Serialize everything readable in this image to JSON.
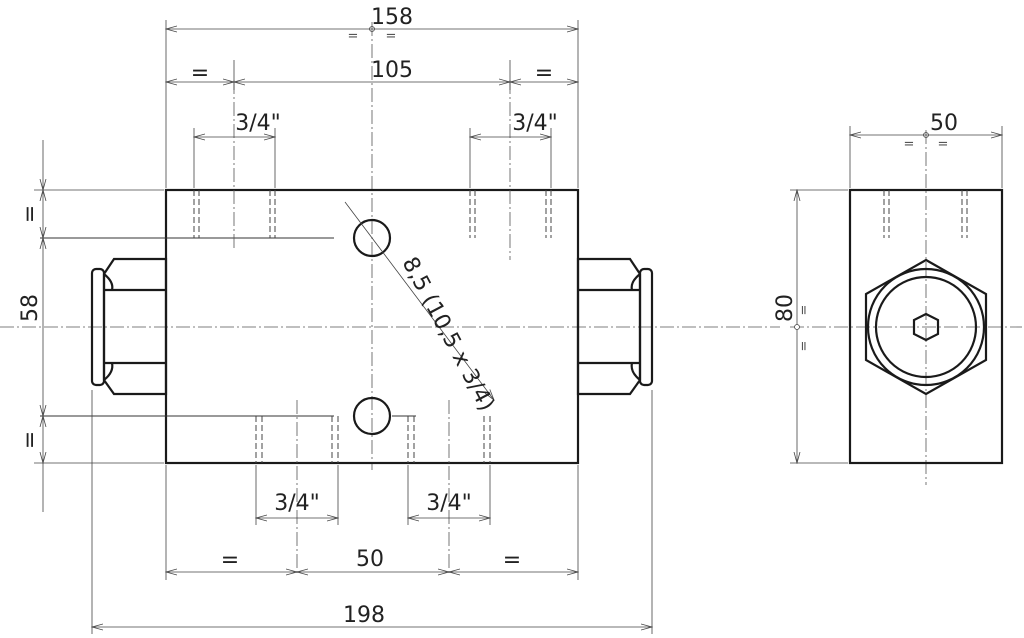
{
  "dimensions": {
    "width_158": "158",
    "width_105": "105",
    "equal": "=",
    "port_top_left": "3/4\"",
    "port_top_right": "3/4\"",
    "port_bottom_left": "3/4\"",
    "port_bottom_right": "3/4\"",
    "spacing_50_bottom": "50",
    "overall_198": "198",
    "height_58": "58",
    "side_width_50": "50",
    "side_height_80": "80",
    "hole_callout": "8,5 (10,5 x 3/4)"
  }
}
